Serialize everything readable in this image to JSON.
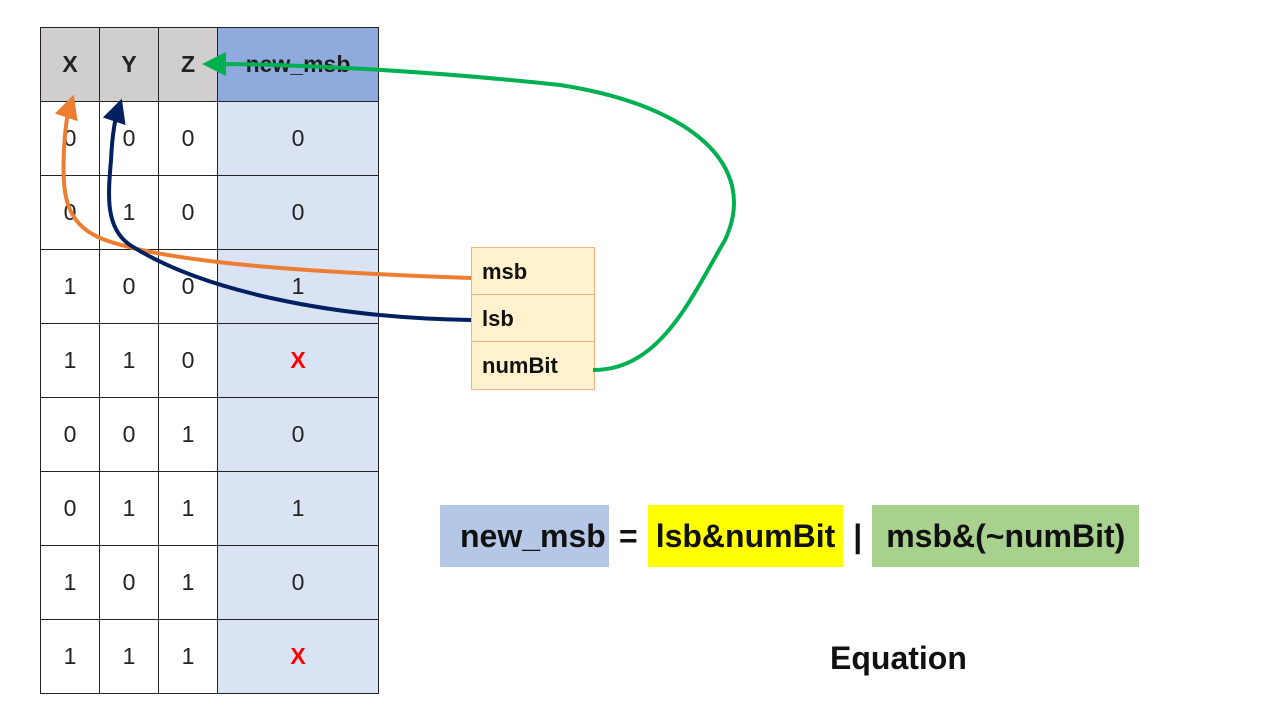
{
  "table": {
    "headers": [
      "X",
      "Y",
      "Z",
      "new_msb"
    ],
    "rows": [
      [
        "0",
        "0",
        "0",
        "0"
      ],
      [
        "0",
        "1",
        "0",
        "0"
      ],
      [
        "1",
        "0",
        "0",
        "1"
      ],
      [
        "1",
        "1",
        "0",
        "X"
      ],
      [
        "0",
        "0",
        "1",
        "0"
      ],
      [
        "0",
        "1",
        "1",
        "1"
      ],
      [
        "1",
        "0",
        "1",
        "0"
      ],
      [
        "1",
        "1",
        "1",
        "X"
      ]
    ]
  },
  "fields": [
    "msb",
    "lsb",
    "numBit"
  ],
  "equation": {
    "lhs": "new_msb",
    "equals": "=",
    "term1": "lsb&numBit",
    "or": "|",
    "term2": "msb&(~numBit)"
  },
  "caption": "Equation",
  "colors": {
    "header_gray": "#d0cece",
    "output_header": "#8faadc",
    "output_column": "#dae3f3",
    "dont_care": "#ff0000",
    "field_fill": "#fff2cc",
    "arrow_msb": "#ed7d31",
    "arrow_lsb": "#002060",
    "arrow_numbit": "#00b050",
    "highlight_yellow": "#ffff00",
    "highlight_green": "#a9d18e",
    "highlight_blue": "#b4c7e7"
  }
}
